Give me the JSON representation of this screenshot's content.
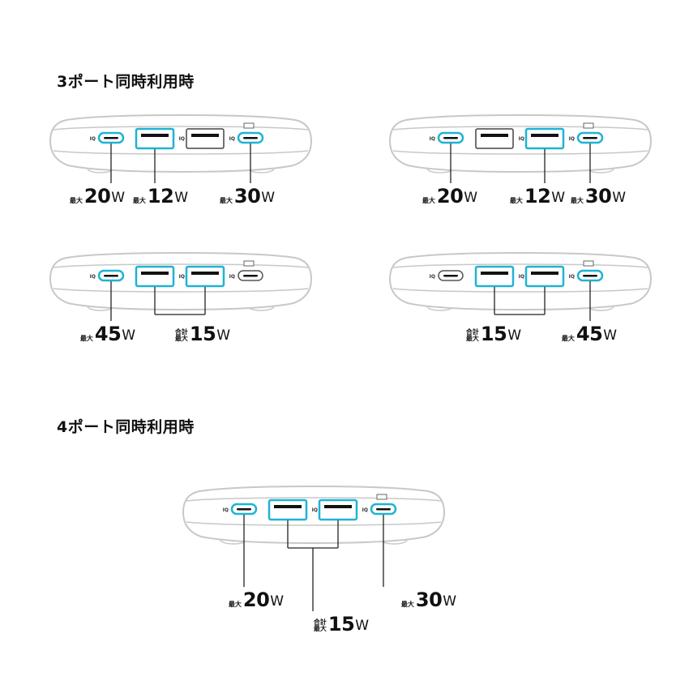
{
  "sections": [
    {
      "heading": "3ポート同時利用時"
    },
    {
      "heading": "4ポート同時利用時"
    }
  ],
  "port_marking": "IQ",
  "accent_color": "#1fb3d4",
  "configs": [
    {
      "labels": [
        {
          "prefix": [
            "最大"
          ],
          "value": "20",
          "unit": "W"
        },
        {
          "prefix": [
            "最大"
          ],
          "value": "12",
          "unit": "W"
        },
        {
          "prefix": [
            "最大"
          ],
          "value": "30",
          "unit": "W"
        }
      ]
    },
    {
      "labels": [
        {
          "prefix": [
            "最大"
          ],
          "value": "20",
          "unit": "W"
        },
        {
          "prefix": [
            "最大"
          ],
          "value": "12",
          "unit": "W"
        },
        {
          "prefix": [
            "最大"
          ],
          "value": "30",
          "unit": "W"
        }
      ]
    },
    {
      "labels": [
        {
          "prefix": [
            "最大"
          ],
          "value": "45",
          "unit": "W"
        },
        {
          "prefix": [
            "合計",
            "最大"
          ],
          "value": "15",
          "unit": "W"
        }
      ]
    },
    {
      "labels": [
        {
          "prefix": [
            "合計",
            "最大"
          ],
          "value": "15",
          "unit": "W"
        },
        {
          "prefix": [
            "最大"
          ],
          "value": "45",
          "unit": "W"
        }
      ]
    },
    {
      "labels": [
        {
          "prefix": [
            "最大"
          ],
          "value": "20",
          "unit": "W"
        },
        {
          "prefix": [
            "合計",
            "最大"
          ],
          "value": "15",
          "unit": "W"
        },
        {
          "prefix": [
            "最大"
          ],
          "value": "30",
          "unit": "W"
        }
      ]
    }
  ]
}
